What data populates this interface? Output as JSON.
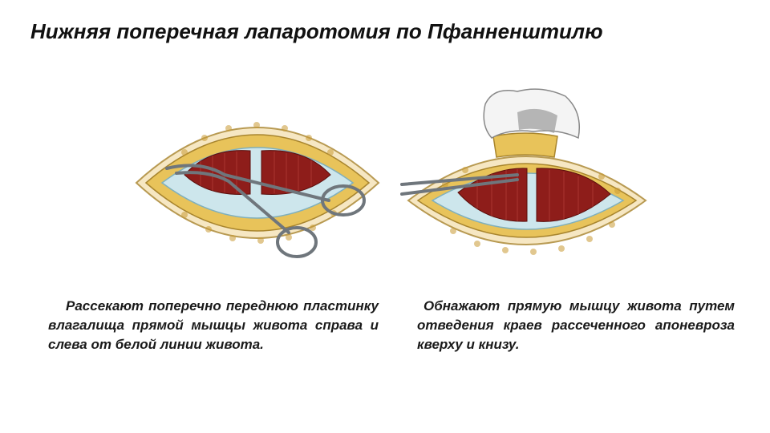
{
  "slide": {
    "title": "Нижняя поперечная лапаротомия по Пфанненштилю",
    "left_caption": "Рассекают поперечно переднюю пластинку влагалища прямой мышцы живота справа и слева от белой линии живота.",
    "right_caption": "Обнажают прямую мышцу живота путем отведения краев рассеченного апоневроза кверху и книзу."
  },
  "colors": {
    "fat": "#e8c35a",
    "fascia": "#cde6ec",
    "muscle": "#8e1d1a",
    "skin": "#f3dfb0",
    "steel": "#8a9096"
  }
}
